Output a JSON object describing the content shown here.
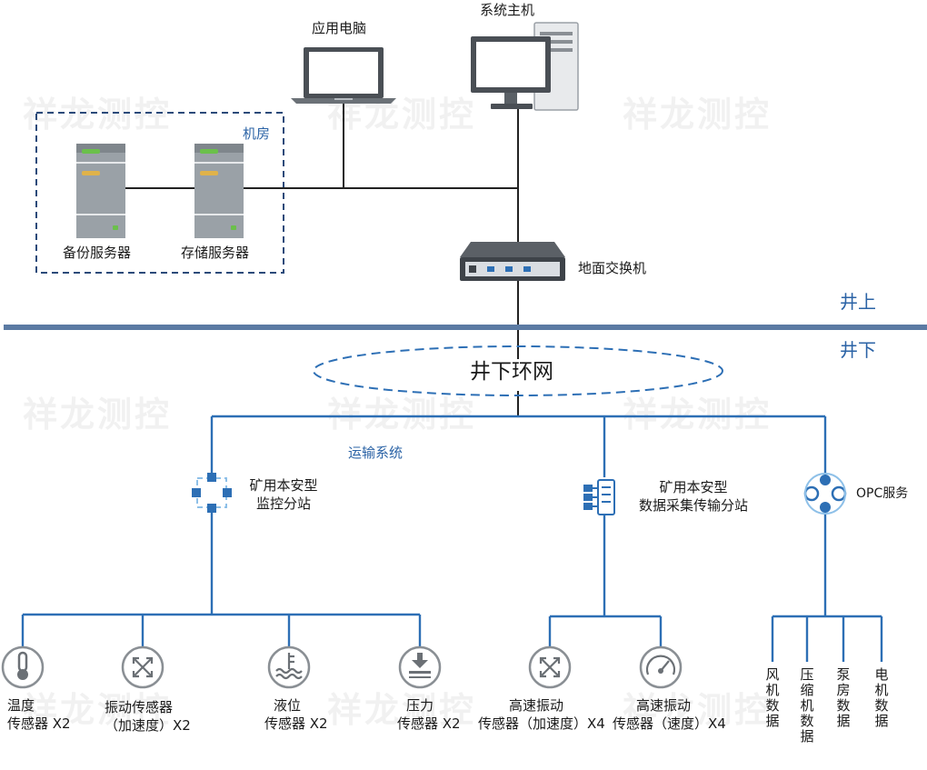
{
  "watermark": "祥龙测控",
  "labels": {
    "app_pc": "应用电脑",
    "host": "系统主机",
    "machine_room": "机房",
    "backup_server": "备份服务器",
    "storage_server": "存储服务器",
    "ground_switch": "地面交换机",
    "above": "井上",
    "below": "井下",
    "ring_net": "井下环网",
    "transport": "运输系统",
    "monitor_station": [
      "矿用本安型",
      "监控分站"
    ],
    "daq_station": [
      "矿用本安型",
      "数据采集传输分站"
    ],
    "opc": "OPC服务"
  },
  "sensors": [
    {
      "icon": "thermometer-icon",
      "lines": [
        "温度",
        "传感器 X2"
      ]
    },
    {
      "icon": "vibration-icon",
      "lines": [
        "振动传感器",
        "（加速度）X2"
      ]
    },
    {
      "icon": "liquid-level-icon",
      "lines": [
        "液位",
        "传感器 X2"
      ]
    },
    {
      "icon": "pressure-icon",
      "lines": [
        "压力",
        "传感器 X2"
      ]
    },
    {
      "icon": "vibration-icon",
      "lines": [
        "高速振动",
        "传感器（加速度）X4"
      ]
    },
    {
      "icon": "gauge-icon",
      "lines": [
        "高速振动",
        "传感器（速度）X4"
      ]
    }
  ],
  "opc_data": [
    "风机数据",
    "压缩机数据",
    "泵房数据",
    "电机数据"
  ],
  "colors": {
    "line_blue": "#2d6fb5",
    "line_black": "#222222",
    "divider": "#5b7aa3",
    "text_blue": "#2b63a6",
    "icon_grey": "#8a8f94"
  }
}
